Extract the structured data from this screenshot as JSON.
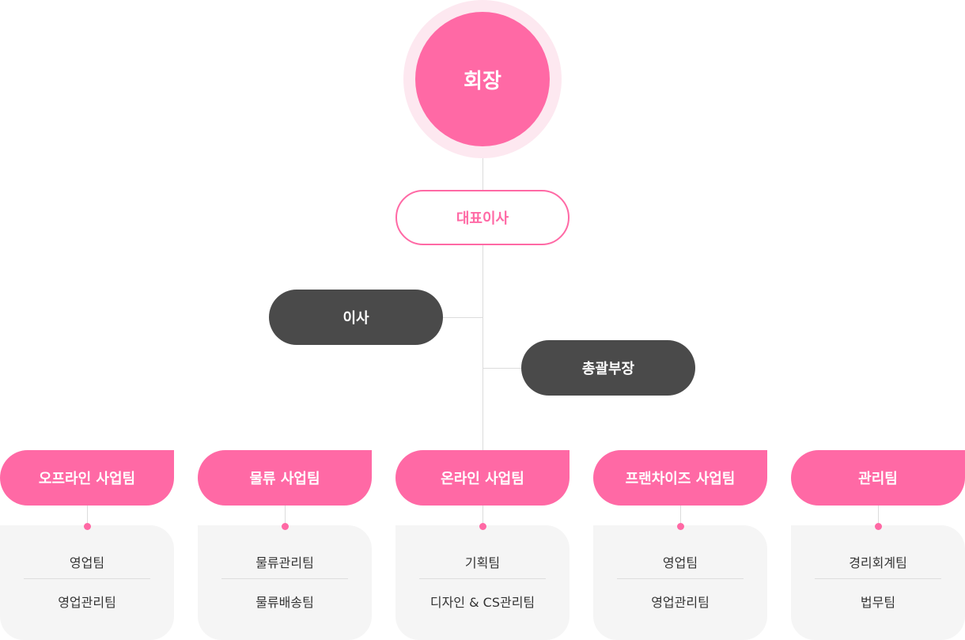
{
  "chart": {
    "ceo": "회장",
    "president": "대표이사",
    "director": "이사",
    "general_manager": "총괄부장",
    "teams": [
      {
        "name": "오프라인 사업팀",
        "subs": [
          "영업팀",
          "영업관리팀"
        ]
      },
      {
        "name": "물류 사업팀",
        "subs": [
          "물류관리팀",
          "물류배송팀"
        ]
      },
      {
        "name": "온라인 사업팀",
        "subs": [
          "기획팀",
          "디자인 & CS관리팀"
        ]
      },
      {
        "name": "프랜차이즈 사업팀",
        "subs": [
          "영업팀",
          "영업관리팀"
        ]
      },
      {
        "name": "관리팀",
        "subs": [
          "경리회계팀",
          "법무팀"
        ]
      }
    ]
  },
  "colors": {
    "accent": "#ff69a5",
    "accent_light": "#fde8f0",
    "dark_node": "#4a4a4a",
    "sub_box": "#f5f5f5",
    "connector": "#dcdcdc"
  }
}
